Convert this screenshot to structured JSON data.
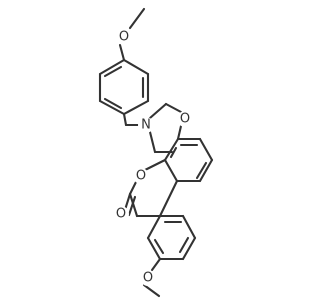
{
  "structure": {
    "atoms": {
      "o_methoxy_top": "O",
      "n_ring": "N",
      "o_ring": "O",
      "o_lactone": "O",
      "o_carbonyl": "O",
      "o_methoxy_bottom": "O"
    }
  }
}
